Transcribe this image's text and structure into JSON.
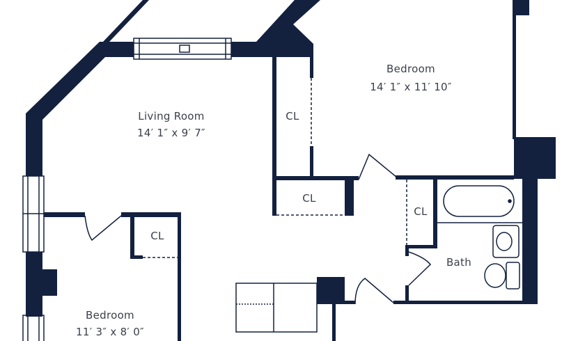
{
  "colors": {
    "wall": "#13213f",
    "text": "#3a3f4a",
    "background": "#ffffff"
  },
  "rooms": {
    "living_room": {
      "name": "Living Room",
      "dims": "14′ 1″ x 9′ 7″"
    },
    "bedroom_1": {
      "name": "Bedroom",
      "dims": "14′ 1″ x 11′ 10″"
    },
    "bedroom_2": {
      "name": "Bedroom",
      "dims": "11′ 3″ x 8′ 0″"
    },
    "bath": {
      "name": "Bath"
    }
  },
  "closets": [
    "CL",
    "CL",
    "CL",
    "CL"
  ]
}
